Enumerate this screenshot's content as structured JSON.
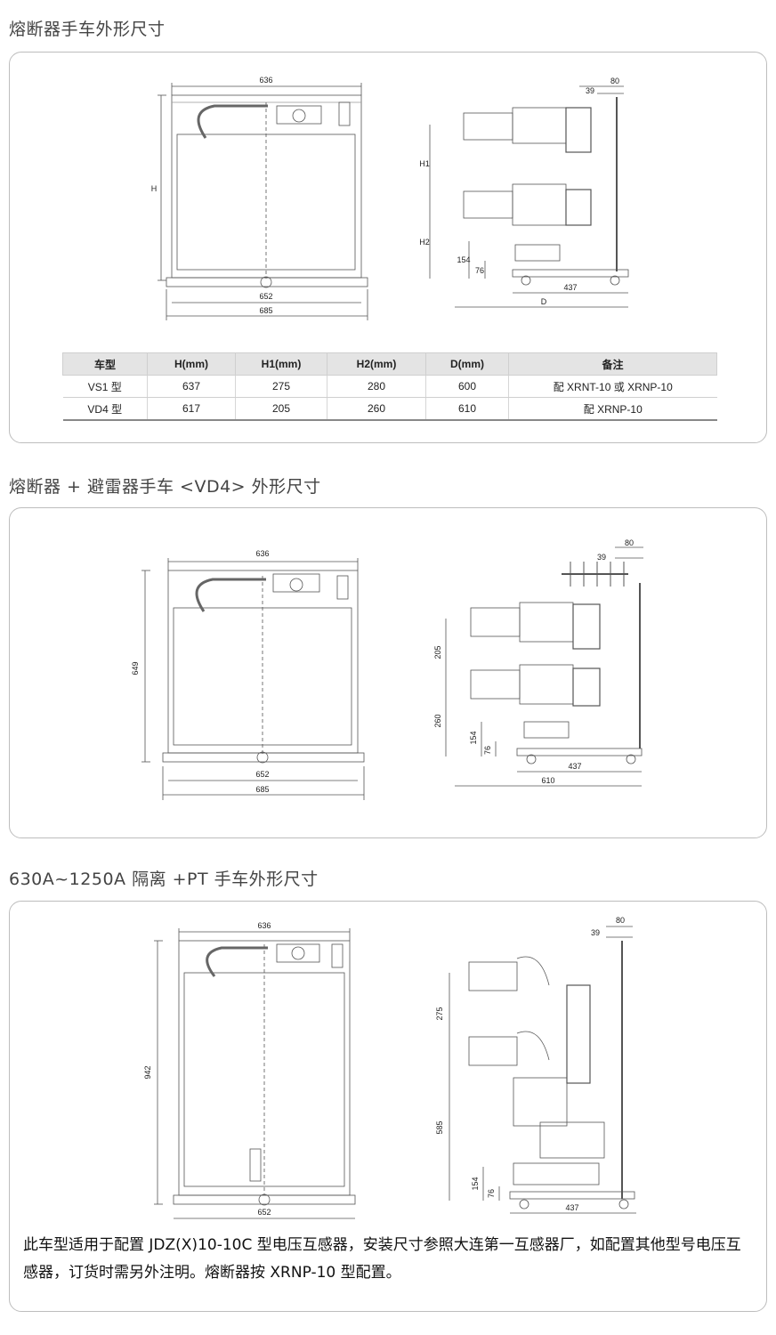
{
  "sections": [
    {
      "title": "熔断器手车外形尺寸",
      "front": {
        "width_top": "636",
        "height": "H",
        "width_bottom1": "652",
        "width_bottom2": "685"
      },
      "side": {
        "d80": "80",
        "d39": "39",
        "h1": "H1",
        "h2": "H2",
        "h154": "154",
        "h76": "76",
        "d437": "437",
        "dD": "D"
      }
    },
    {
      "title": "熔断器 + 避雷器手车 <VD4> 外形尺寸",
      "front": {
        "width_top": "636",
        "height": "649",
        "width_bottom1": "652",
        "width_bottom2": "685"
      },
      "side": {
        "d80": "80",
        "d39": "39",
        "h1": "205",
        "h2": "260",
        "h154": "154",
        "h76": "76",
        "d437": "437",
        "dD": "610"
      }
    },
    {
      "title": "630A~1250A 隔离 +PT 手车外形尺寸",
      "front": {
        "width_top": "636",
        "height": "942",
        "width_bottom1": "652"
      },
      "side": {
        "d80": "80",
        "d39": "39",
        "h1": "275",
        "h2": "585",
        "h154": "154",
        "h76": "76",
        "d437": "437"
      }
    }
  ],
  "table": {
    "headers": [
      "车型",
      "H(mm)",
      "H1(mm)",
      "H2(mm)",
      "D(mm)",
      "备注"
    ],
    "rows": [
      [
        "VS1 型",
        "637",
        "275",
        "280",
        "600",
        "配 XRNT-10 或 XRNP-10"
      ],
      [
        "VD4 型",
        "617",
        "205",
        "260",
        "610",
        "配 XRNP-10"
      ]
    ]
  },
  "note": "此车型适用于配置 JDZ(X)10-10C 型电压互感器，安装尺寸参照大连第一互感器厂，如配置其他型号电压互感器，订货时需另外注明。熔断器按 XRNP-10 型配置。"
}
